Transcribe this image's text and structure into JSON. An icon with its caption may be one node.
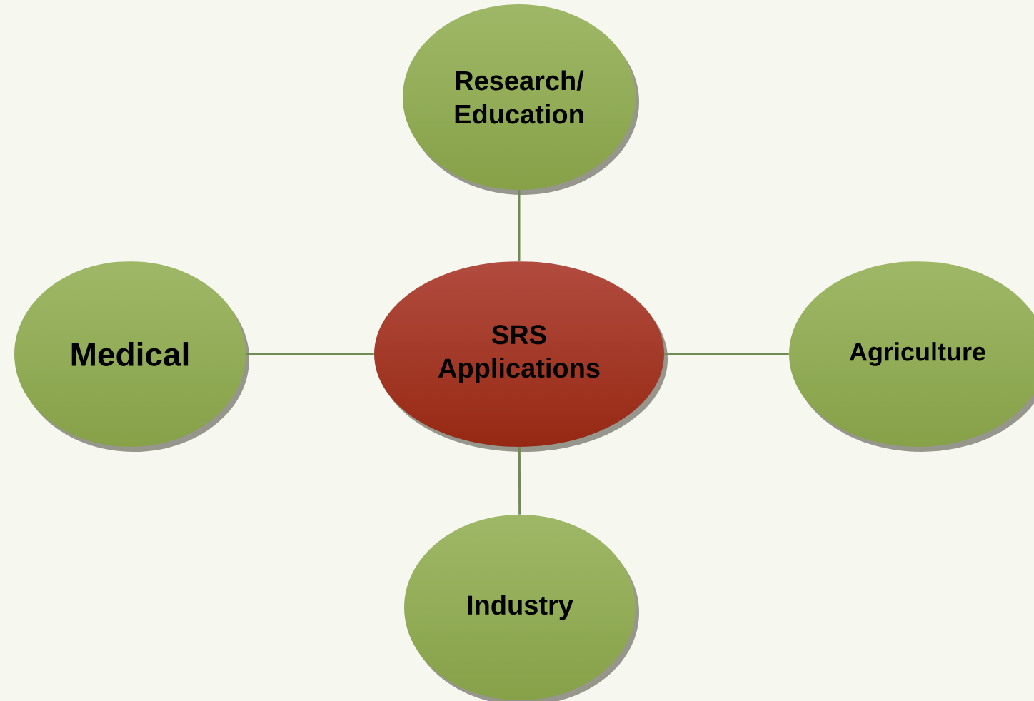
{
  "diagram": {
    "nodes": [
      {
        "text": [
          "Research/ Education"
        ]
      },
      {
        "text": [
          "Medical"
        ]
      },
      {
        "text": [
          "SRS Applications"
        ]
      },
      {
        "text": [
          "Agriculture"
        ]
      },
      {
        "text": [
          "Industry"
        ]
      }
    ],
    "edges": [
      {
        "from": 2,
        "to": 0,
        "arrow": "none"
      },
      {
        "from": 2,
        "to": 1,
        "arrow": "none"
      },
      {
        "from": 2,
        "to": 3,
        "arrow": "none"
      },
      {
        "from": 2,
        "to": 4,
        "arrow": "none"
      }
    ]
  }
}
